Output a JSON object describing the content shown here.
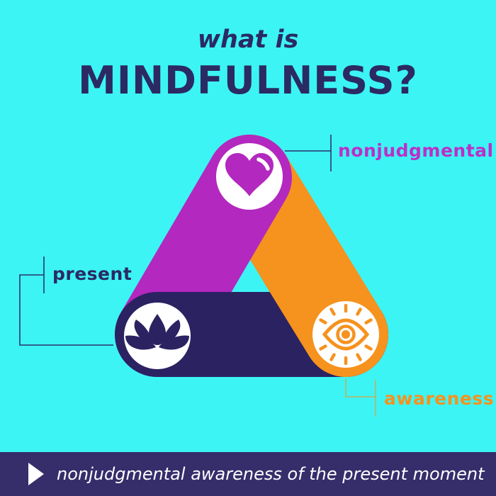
{
  "title": {
    "eyebrow": "what is",
    "main": "MINDFULNESS?"
  },
  "figure": {
    "type": "triangle-cycle-diagram",
    "vertices": [
      {
        "id": "top",
        "icon": "heart-icon",
        "label": "nonjudgmental",
        "color": "#B328BE"
      },
      {
        "id": "bottom-left",
        "icon": "lotus-icon",
        "label": "present",
        "color": "#2B2262"
      },
      {
        "id": "bottom-right",
        "icon": "eye-icon",
        "label": "awareness",
        "color": "#F6921E"
      }
    ]
  },
  "footer": {
    "icon": "play-icon",
    "text": "nonjudgmental awareness of the present moment"
  },
  "colors": {
    "background": "#3CF4F4",
    "navy_text": "#2B2A63",
    "navy_bar": "#2B2262",
    "magenta": "#B328BE",
    "orange": "#F6921E",
    "label_magenta": "#BC2FC8",
    "connector_blue": "#2B2262",
    "footer": "#362D6B"
  }
}
